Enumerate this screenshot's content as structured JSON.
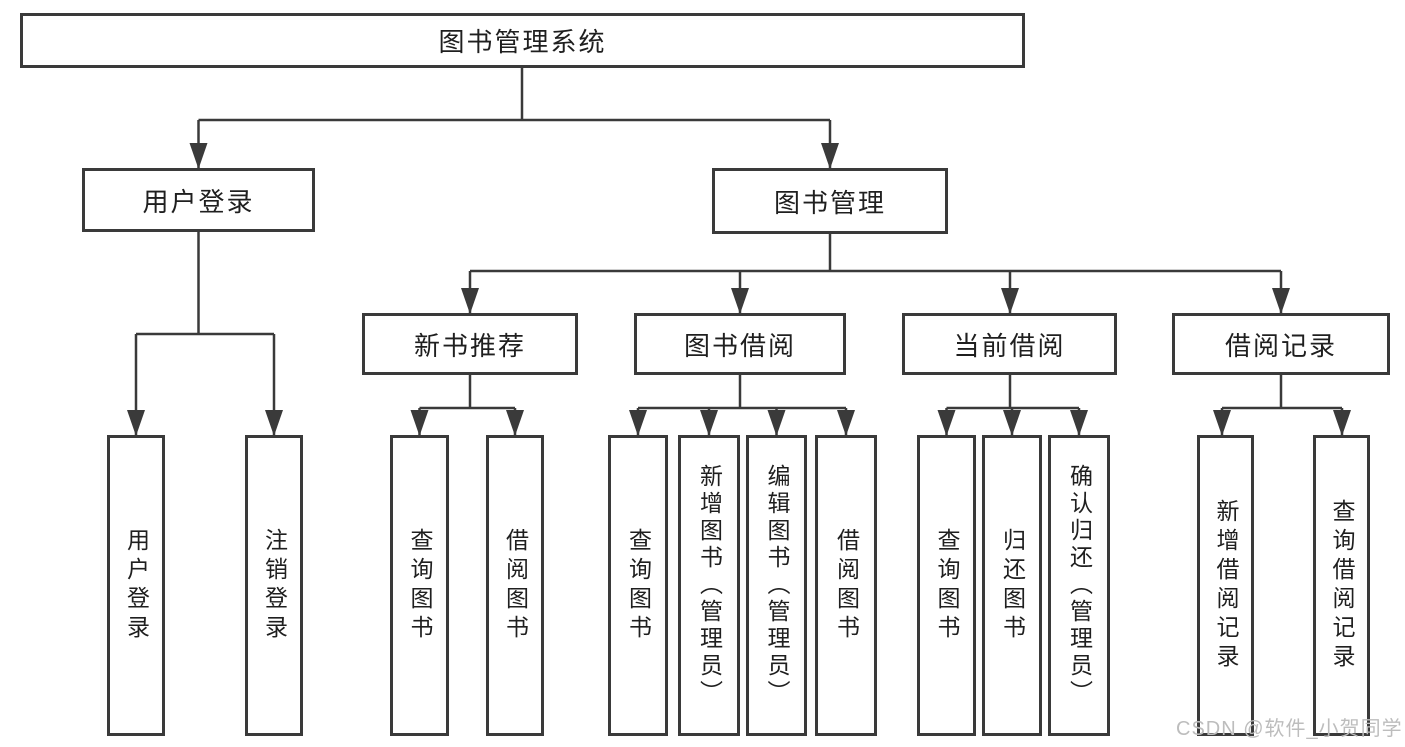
{
  "diagram": {
    "root": "图书管理系统",
    "level2": [
      "用户登录",
      "图书管理"
    ],
    "level3": [
      "新书推荐",
      "图书借阅",
      "当前借阅",
      "借阅记录"
    ],
    "leaves": {
      "login": [
        "用户登录",
        "注销登录"
      ],
      "recommend": [
        "查询图书",
        "借阅图书"
      ],
      "borrow": [
        "查询图书",
        "新增图书（管理员）",
        "编辑图书（管理员）",
        "借阅图书"
      ],
      "current": [
        "查询图书",
        "归还图书",
        "确认归还（管理员）"
      ],
      "records": [
        "新增借阅记录",
        "查询借阅记录"
      ]
    }
  },
  "watermark": {
    "text": "CSDN @软件_小贺同学"
  },
  "colors": {
    "line": "#3a3a3a",
    "box_border": "#3a3a3a",
    "text": "#1f1f1f",
    "watermark": "#bdbdbd",
    "background": "#ffffff"
  }
}
